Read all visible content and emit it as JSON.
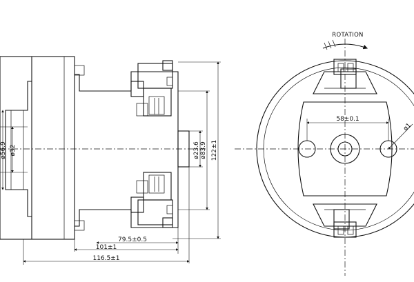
{
  "side_view": {
    "dims": {
      "d_outer": "ø56.9",
      "d_inner": "ø32",
      "d_shaft": "ø23.6",
      "d_body": "ø83.9",
      "height": "122±1",
      "len_a": "79.5±0.5",
      "len_b": "101±1",
      "len_c": "116.5±1"
    }
  },
  "front_view": {
    "rotation_label": "ROTATION",
    "hole_spacing": "58±0.1",
    "hole_diameter": "ø1"
  }
}
